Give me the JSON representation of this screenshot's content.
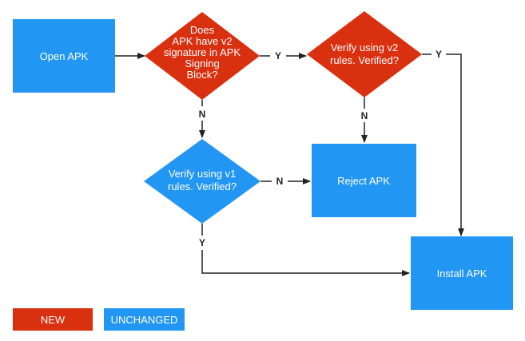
{
  "colors": {
    "new": "#d9300f",
    "unchanged": "#2196f3",
    "edge": "#222222",
    "text": "#ffffff"
  },
  "nodes": {
    "open_apk": {
      "label": "Open APK"
    },
    "has_v2": {
      "lines": [
        "Does",
        "APK have v2",
        "signature in APK",
        "Signing",
        "Block?"
      ]
    },
    "verify_v2": {
      "lines": [
        "Verify using v2",
        "rules. Verified?"
      ]
    },
    "verify_v1": {
      "lines": [
        "Verify using v1",
        "rules. Verified?"
      ]
    },
    "reject_apk": {
      "label": "Reject APK"
    },
    "install_apk": {
      "label": "Install APK"
    }
  },
  "edges": {
    "yes": "Y",
    "no": "N"
  },
  "legend": {
    "new_label": "NEW",
    "unchanged_label": "UNCHANGED"
  }
}
